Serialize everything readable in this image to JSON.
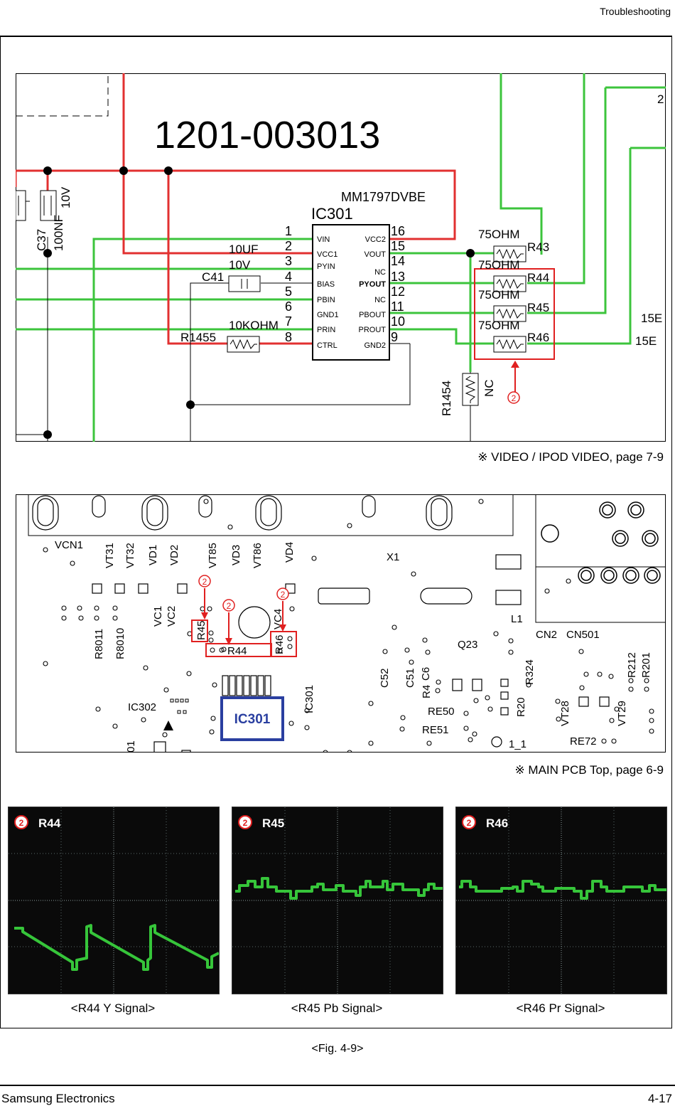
{
  "header": {
    "section": "Troubleshooting"
  },
  "schematic": {
    "part_number": "1201-003013",
    "ic_model": "MM1797DVBE",
    "ic_ref": "IC301",
    "left_pins": [
      {
        "num": "1",
        "name": "VIN"
      },
      {
        "num": "2",
        "name": "VCC1"
      },
      {
        "num": "3",
        "name": "PYIN"
      },
      {
        "num": "4",
        "name": "BIAS"
      },
      {
        "num": "5",
        "name": "PBIN"
      },
      {
        "num": "6",
        "name": "GND1"
      },
      {
        "num": "7",
        "name": "PRIN"
      },
      {
        "num": "8",
        "name": "CTRL"
      }
    ],
    "right_pins": [
      {
        "num": "16",
        "name": "VCC2"
      },
      {
        "num": "15",
        "name": "VOUT"
      },
      {
        "num": "14",
        "name": "NC"
      },
      {
        "num": "13",
        "name": "PYOUT"
      },
      {
        "num": "12",
        "name": "NC"
      },
      {
        "num": "11",
        "name": "PBOUT"
      },
      {
        "num": "10",
        "name": "PROUT"
      },
      {
        "num": "9",
        "name": "GND2"
      }
    ],
    "labels": {
      "c37": "C37",
      "c37_value": "100NF",
      "c37_voltage": "10V",
      "cap_value": "10UF",
      "cap_voltage": "10V",
      "c41": "C41",
      "res_value": "10KOHM",
      "r1455": "R1455",
      "r43_value": "75OHM",
      "r43": "R43",
      "r44_value": "75OHM",
      "r44": "R44",
      "r45_value": "75OHM",
      "r45": "R45",
      "r46_value": "75OHM",
      "r46": "R46",
      "r1454": "R1454",
      "nc": "NC",
      "marker": "2",
      "edge_15a": "15E",
      "edge_15b": "15E",
      "edge_2": "2"
    },
    "reference_note": "※ VIDEO / IPOD VIDEO, page 7-9"
  },
  "pcb": {
    "labels": [
      "VCN1",
      "VT31",
      "VT32",
      "VD1",
      "VD2",
      "VT85",
      "VD3",
      "VT86",
      "VD4",
      "X1",
      "L1",
      "CN2",
      "CN501",
      "Q23",
      "R8011",
      "R8010",
      "VC1",
      "VC2",
      "VC4",
      "C52",
      "C51",
      "C6",
      "R4",
      "RE50",
      "RE51",
      "R324",
      "R20",
      "VT28",
      "VT29",
      "R212",
      "R201",
      "RE72",
      "IC302",
      "IC301",
      "01",
      "1_1"
    ],
    "callout_r45": "R45",
    "callout_r44": "R44",
    "callout_r46": "R46",
    "callout_ic": "IC301",
    "marker": "2",
    "reference_note": "※ MAIN PCB Top, page 6-9"
  },
  "scopes": [
    {
      "marker": "2",
      "label": "R44",
      "caption": "<R44 Y Signal>"
    },
    {
      "marker": "2",
      "label": "R45",
      "caption": "<R45 Pb Signal>"
    },
    {
      "marker": "2",
      "label": "R46",
      "caption": "<R46 Pr Signal>"
    }
  ],
  "figure_caption": "<Fig. 4-9>",
  "footer": {
    "company": "Samsung Electronics",
    "page": "4-17"
  },
  "colors": {
    "power": "#e23030",
    "signal": "#3cc43c",
    "highlight": "#e02020",
    "ic_highlight": "#2a3fa0",
    "trace": "#35c23a"
  }
}
